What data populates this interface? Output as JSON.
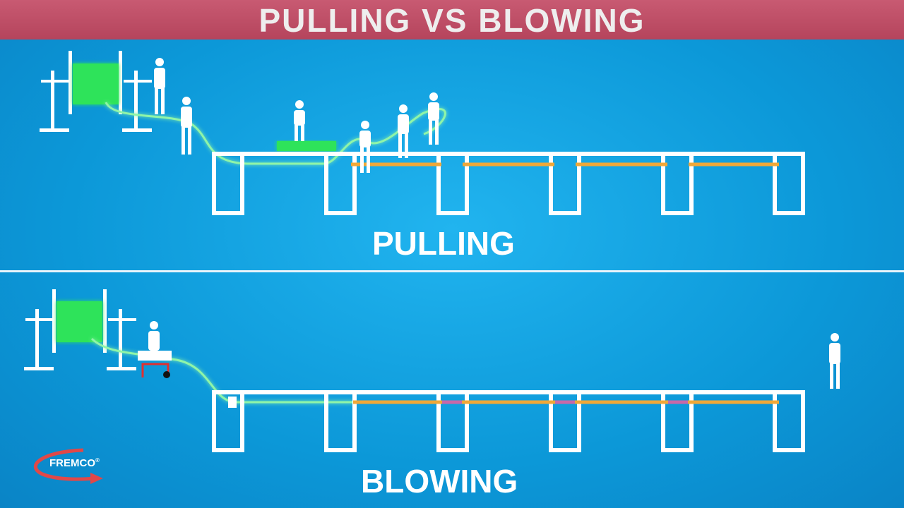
{
  "title": "PULLING VS BLOWING",
  "sections": {
    "pulling": {
      "label": "PULLING"
    },
    "blowing": {
      "label": "BLOWING"
    }
  },
  "logo": {
    "text": "FREMCO",
    "mark": "®"
  },
  "colors": {
    "cable": "#3cf06a",
    "duct": "#f0a838",
    "coupler": "#c868a8",
    "title_bar": "#c04f68",
    "background": "#0d9ad8"
  }
}
